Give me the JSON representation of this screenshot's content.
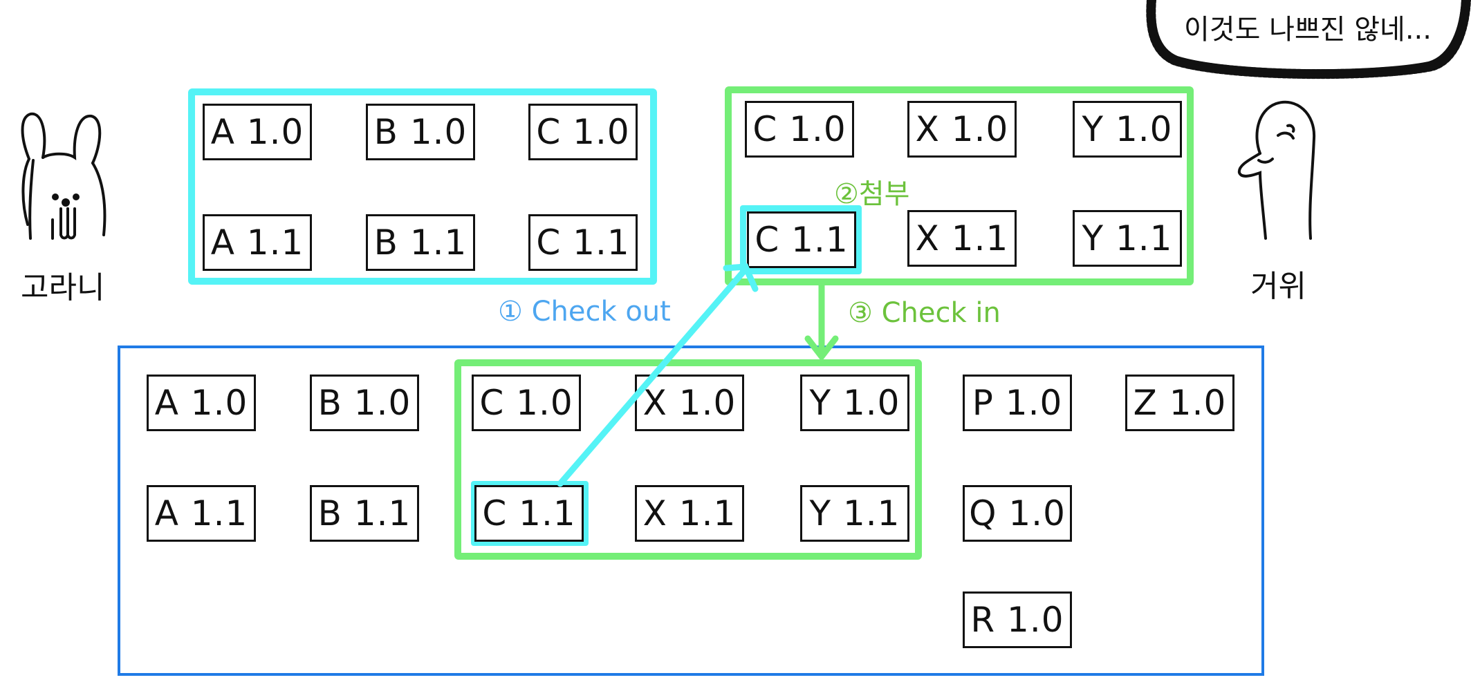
{
  "characters": {
    "left_name": "고라니",
    "right_name": "거위"
  },
  "speech_bubble": {
    "text": "이것도 나쁘진 않네..."
  },
  "user_workspace": {
    "tags": [
      "A 1.0",
      "B 1.0",
      "C 1.0",
      "A 1.1",
      "B 1.1",
      "C 1.1"
    ]
  },
  "goose_workspace": {
    "tags": [
      "C 1.0",
      "X 1.0",
      "Y 1.0",
      "C 1.1",
      "X 1.1",
      "Y 1.1"
    ]
  },
  "annotations": {
    "step1": "① Check out",
    "step2": "②첨부",
    "step3": "③ Check in"
  },
  "repository": {
    "tags": [
      "A 1.0",
      "B 1.0",
      "C 1.0",
      "X 1.0",
      "Y 1.0",
      "P 1.0",
      "Z 1.0",
      "A 1.1",
      "B 1.1",
      "C 1.1",
      "X 1.1",
      "Y 1.1",
      "Q 1.0",
      "R 1.0"
    ]
  },
  "colors": {
    "checkout": "#55f3f6",
    "checkin": "#74ee77",
    "repository_border": "#1f7be6",
    "checkout_label": "#4da6f0",
    "checkin_label": "#6cc23c"
  }
}
